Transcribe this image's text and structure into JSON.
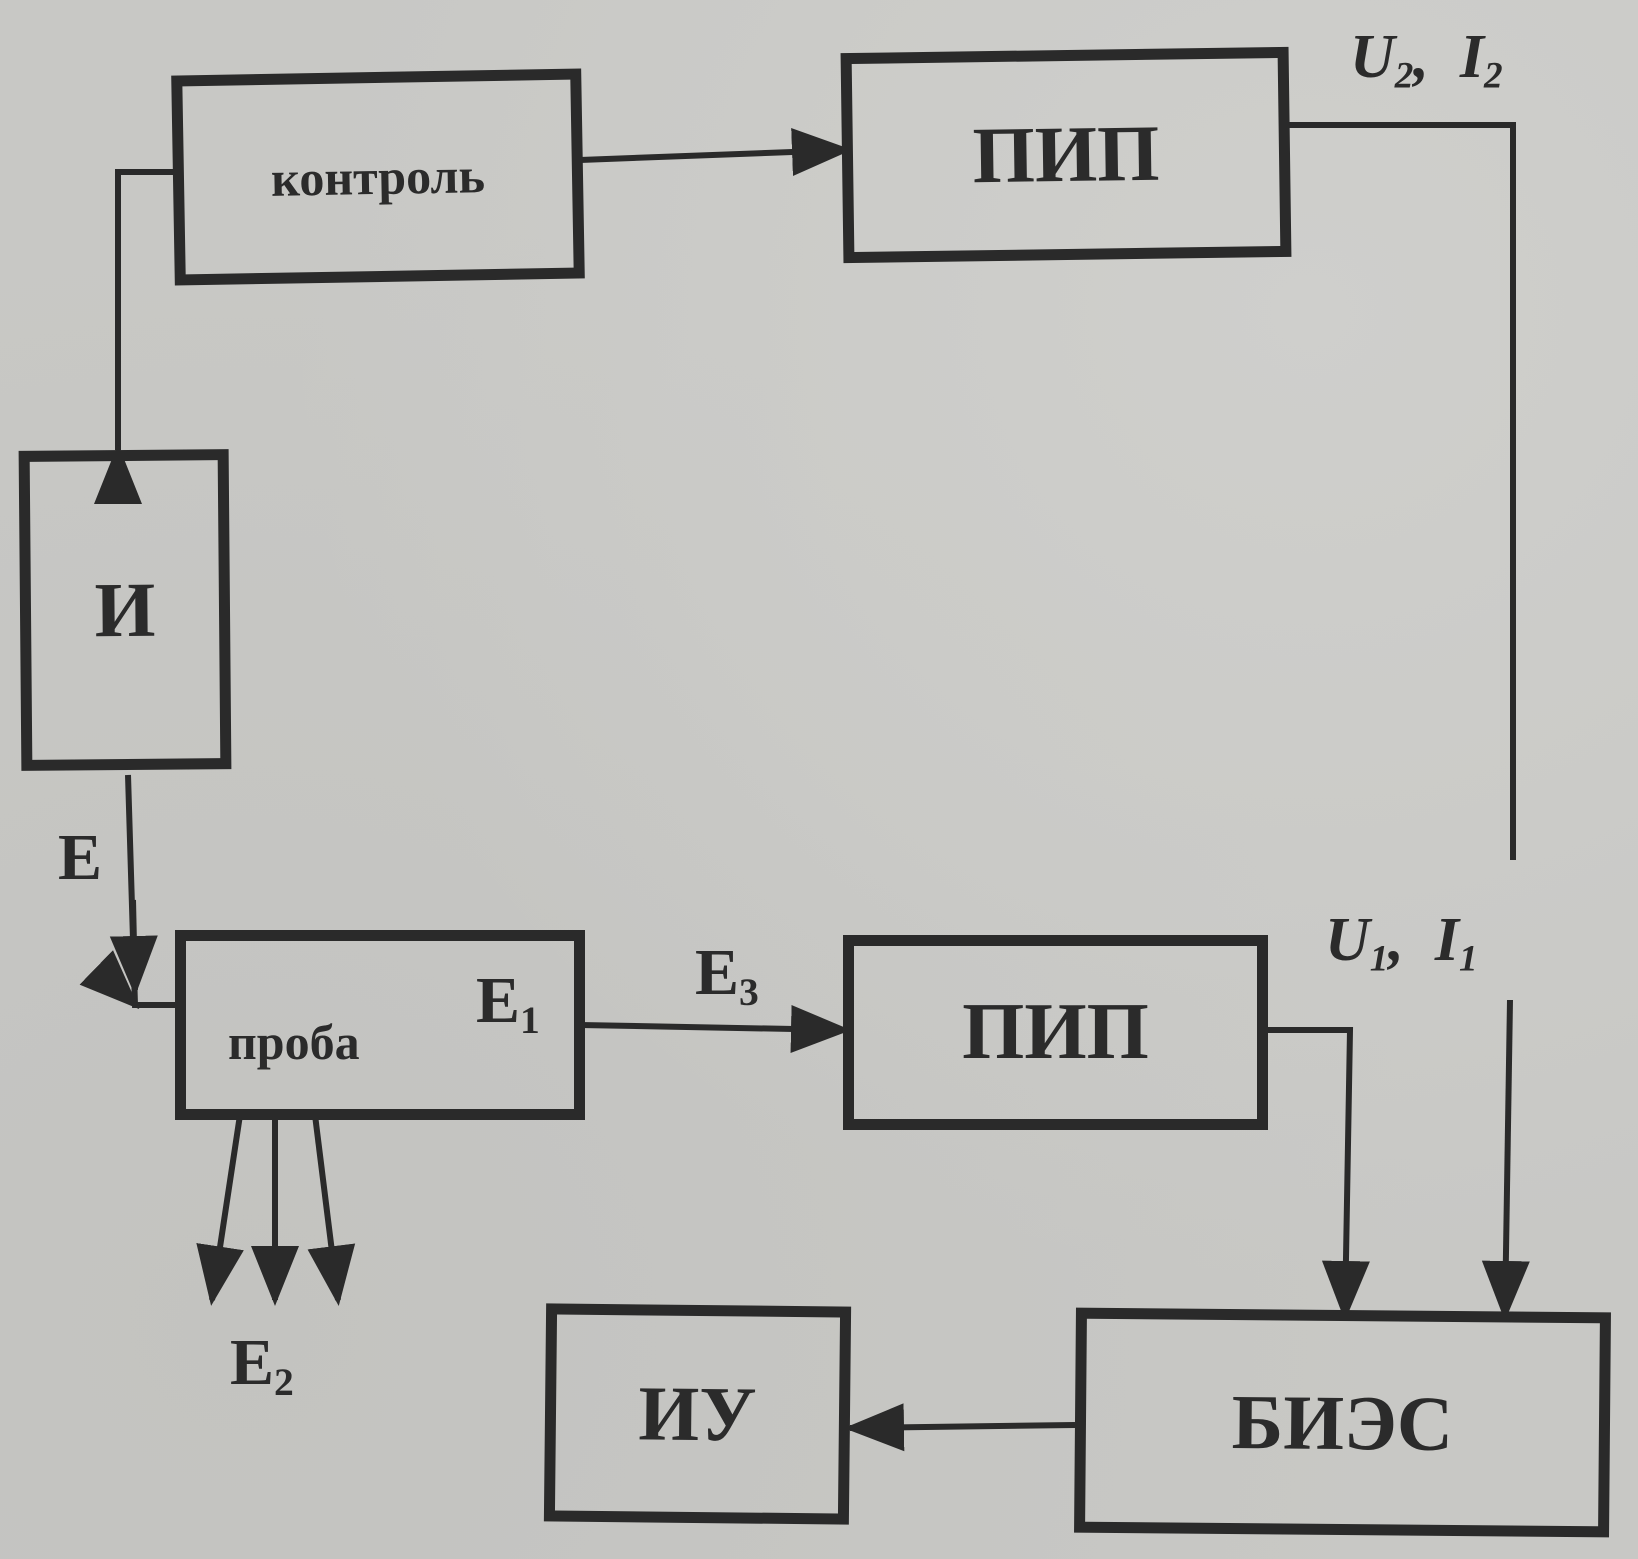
{
  "blocks": {
    "kontrol": "контроль",
    "pip_top": "ПИП",
    "i": "И",
    "proba": "проба",
    "pip_bottom": "ПИП",
    "iu": "ИУ",
    "bies": "БИЭС"
  },
  "labels": {
    "e": "E",
    "e1_base": "E",
    "e1_sub": "1",
    "e2_base": "E",
    "e2_sub": "2",
    "e3_base": "E",
    "e3_sub": "3",
    "u2": "U",
    "u2_sub": "2",
    "i2": "I",
    "i2_sub": "2",
    "u1": "U",
    "u1_sub": "1",
    "i1": "I",
    "i1_sub": "1"
  }
}
